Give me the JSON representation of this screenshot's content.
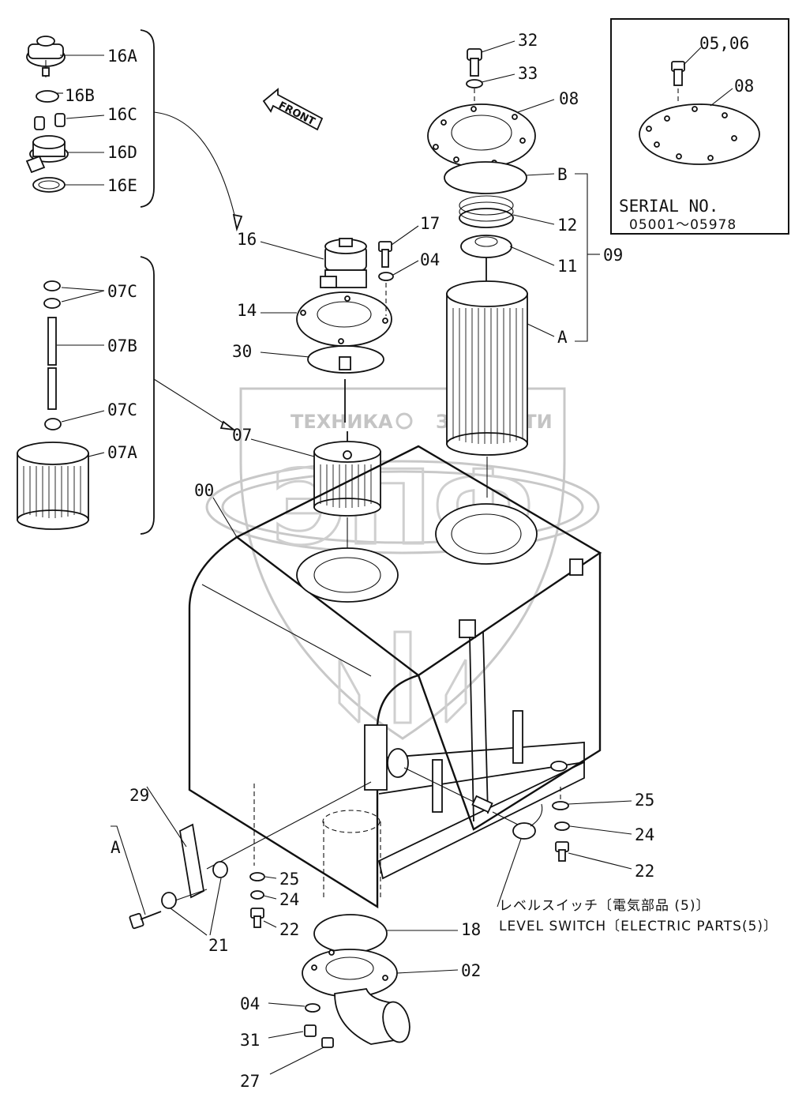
{
  "labels": {
    "l16A": "16A",
    "l16B": "16B",
    "l16C": "16C",
    "l16D": "16D",
    "l16E": "16E",
    "l16": "16",
    "l07C_1": "07C",
    "l07B": "07B",
    "l07C_2": "07C",
    "l07A": "07A",
    "l07": "07",
    "l00": "00",
    "l14": "14",
    "l30": "30",
    "l17": "17",
    "l04_top": "04",
    "l32": "32",
    "l33": "33",
    "l08": "08",
    "lB": "B",
    "l12": "12",
    "l11": "11",
    "l09": "09",
    "lA_right": "A",
    "l29": "29",
    "lA_left": "A",
    "l21": "21",
    "l25_mid": "25",
    "l24_mid": "24",
    "l22_mid": "22",
    "l25_right": "25",
    "l24_right": "24",
    "l22_right": "22",
    "l18": "18",
    "l02": "02",
    "l04_bottom": "04",
    "l31": "31",
    "l27": "27"
  },
  "front_arrow": "FRONT",
  "inset": {
    "label_bolt": "05,06",
    "label_cover": "08",
    "serial_title": "SERIAL  NO.",
    "serial_range": "05001～05978"
  },
  "level_switch": {
    "jp": "レベルスイッチ〔電気部品 (5)〕",
    "en": "LEVEL SWITCH〔ELECTRIC PARTS(5)〕"
  },
  "watermark": {
    "left": "ТЕХНИКА",
    "right": "ЗАПЧАСТИ",
    "big": "ЭПФ"
  }
}
